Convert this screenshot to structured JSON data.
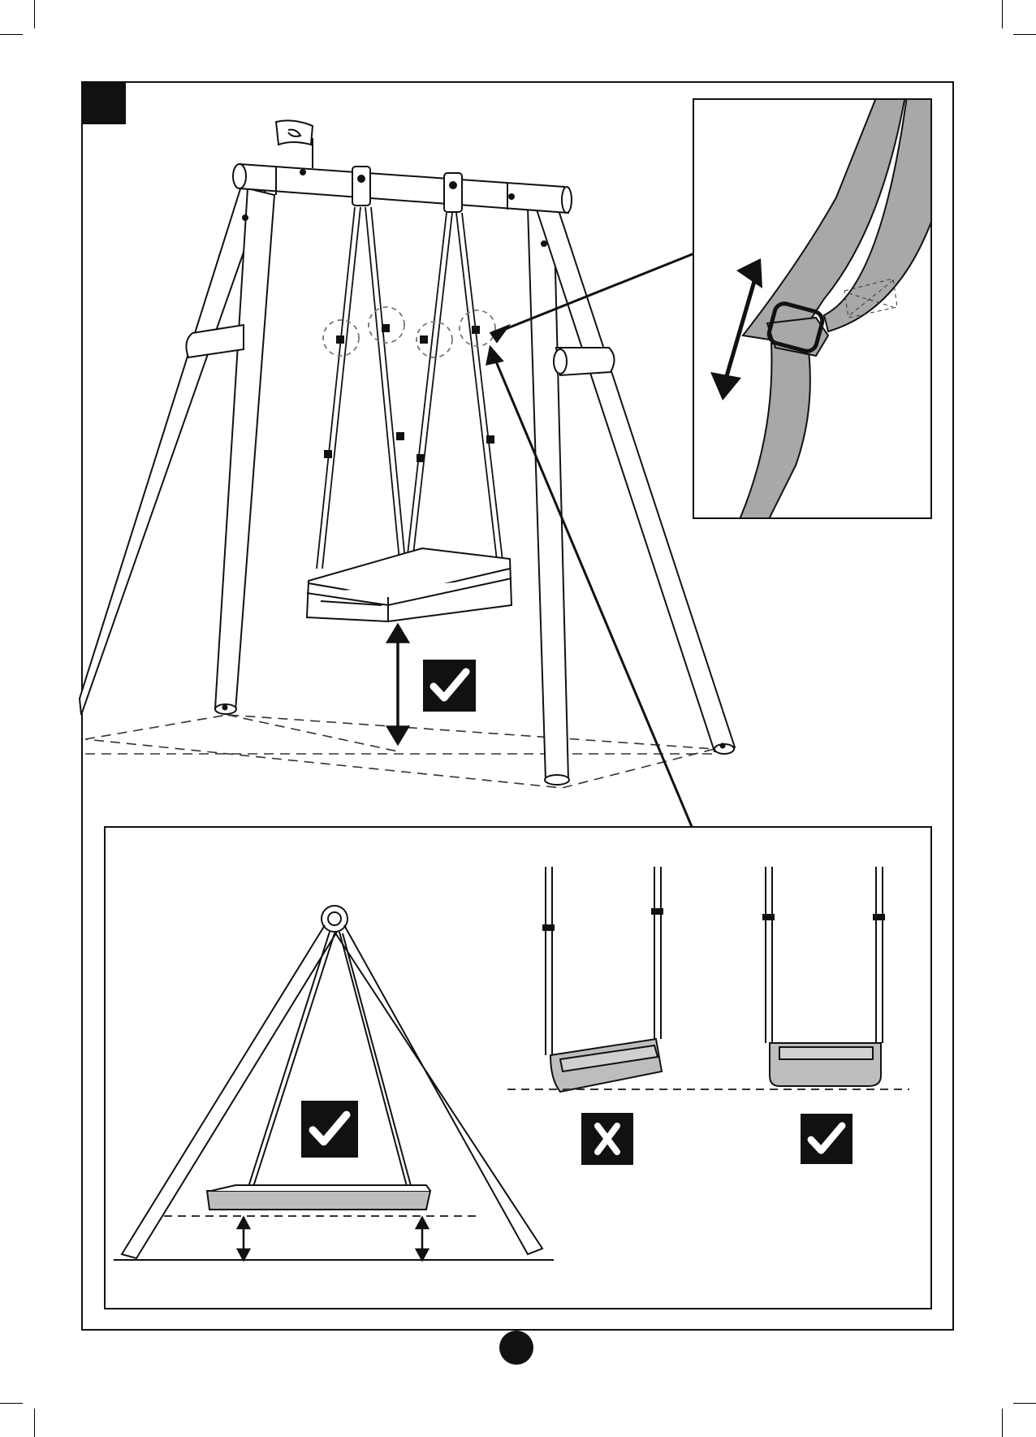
{
  "step": {
    "number": ""
  },
  "page": {
    "number": ""
  },
  "colors": {
    "ink": "#111111",
    "strap_gray": "#a8a8a8",
    "seat_gray": "#bdbdbd",
    "dash": "#333333"
  },
  "icons": {
    "check": "check-mark-icon",
    "cross": "cross-mark-icon",
    "double_arrow": "double-arrow-icon",
    "flag": "flag-icon"
  },
  "panels": {
    "bottom": {
      "items": [
        {
          "name": "level-seat-front-view",
          "verdict": "correct"
        },
        {
          "name": "tilted-seat",
          "verdict": "incorrect"
        },
        {
          "name": "level-seat",
          "verdict": "correct"
        }
      ]
    }
  }
}
